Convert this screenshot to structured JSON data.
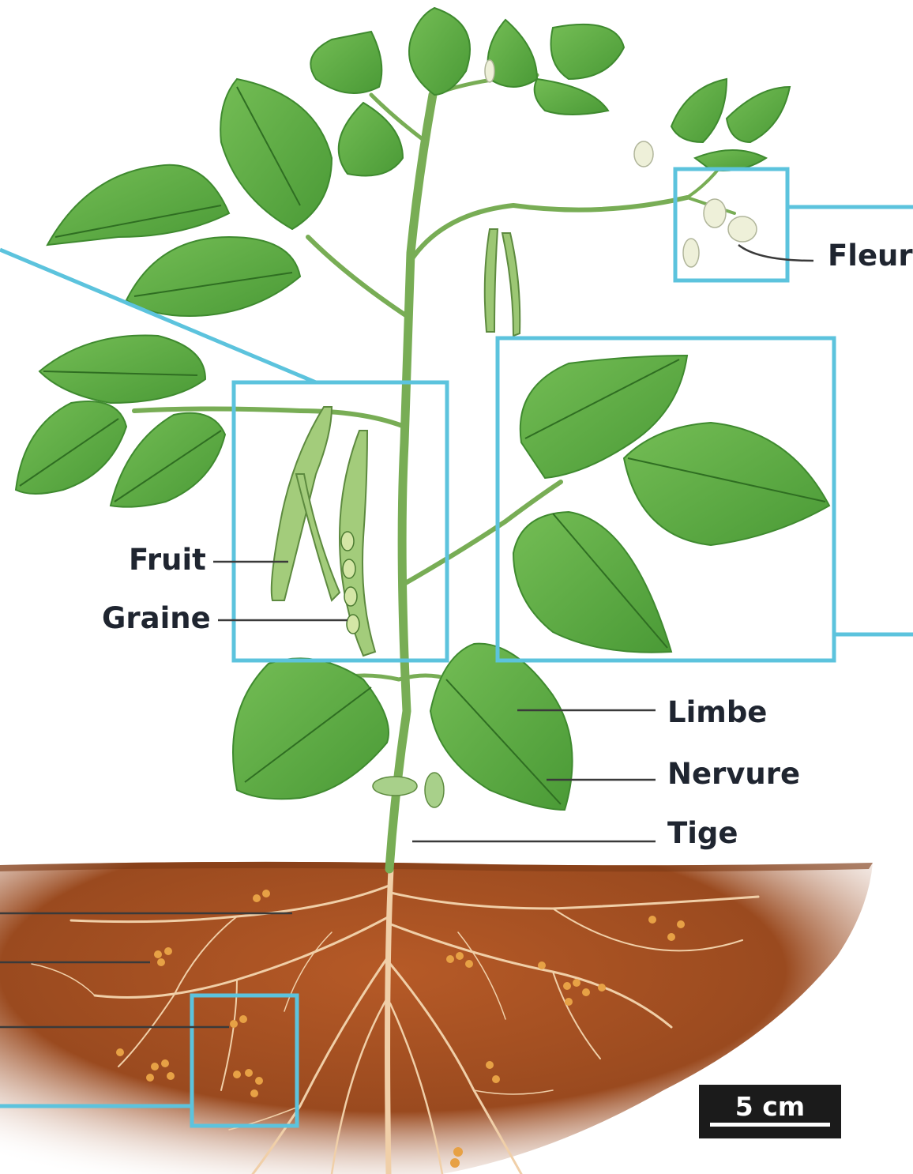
{
  "labels": {
    "fleur": "Fleur",
    "fruit": "Fruit",
    "graine": "Graine",
    "limbe": "Limbe",
    "nervure": "Nervure",
    "tige": "Tige"
  },
  "scale": {
    "text": "5 cm"
  },
  "colors": {
    "callout_frame": "#5cc3dd",
    "leaf": "#5cab45",
    "leaf_dark": "#3f8a2f",
    "stem": "#78ad55",
    "soil": "#a24f23",
    "root": "#f0cfa8",
    "nodule": "#e7a145",
    "leader_line": "#3a3a3a"
  }
}
